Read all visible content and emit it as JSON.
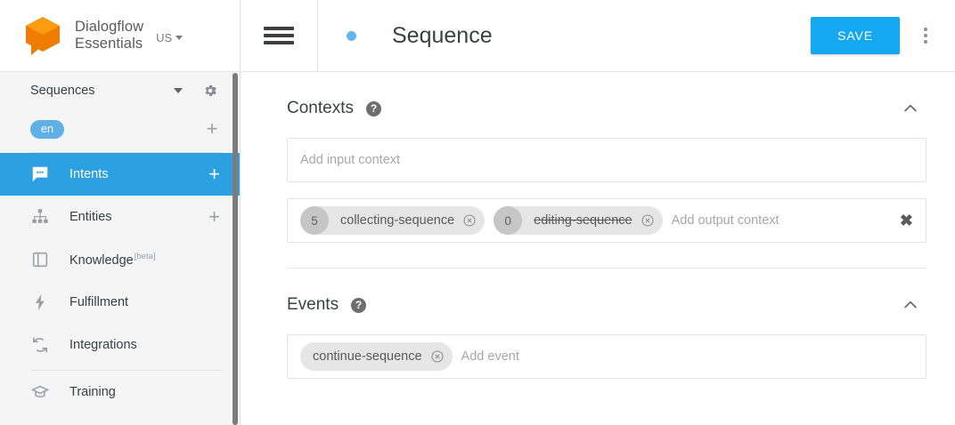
{
  "brand": {
    "logo": "dialogflow-cube-logo",
    "name_line1": "Dialogflow",
    "name_line2": "Essentials",
    "region": "US",
    "logo_color": "#f28c00"
  },
  "sidebar": {
    "agent": {
      "name": "Sequences",
      "dropdown_icon": "caret-down-icon",
      "settings_icon": "gear-icon"
    },
    "language": {
      "code": "en",
      "add_icon": "plus-icon",
      "pill_color": "#60b0e8"
    },
    "items": [
      {
        "label": "Intents",
        "icon": "chat-bubble-icon",
        "active": true,
        "add": "+"
      },
      {
        "label": "Entities",
        "icon": "hierarchy-icon",
        "active": false,
        "add": "+"
      },
      {
        "label": "Knowledge",
        "icon": "book-icon",
        "active": false,
        "badge": "[beta]"
      },
      {
        "label": "Fulfillment",
        "icon": "bolt-icon",
        "active": false
      },
      {
        "label": "Integrations",
        "icon": "sync-arrows-icon",
        "active": false
      },
      {
        "label": "Training",
        "icon": "graduation-cap-icon",
        "active": false
      }
    ],
    "active_color": "#2ba1e2"
  },
  "topbar": {
    "menu_icon": "hamburger-icon",
    "status_dot_color": "#64b5f0",
    "title": "Sequence",
    "save_label": "SAVE",
    "save_color": "#15a7f0",
    "more_icon": "kebab-menu-icon"
  },
  "contexts": {
    "title": "Contexts",
    "help_icon": "help-circle-icon",
    "collapse_icon": "chevron-up-icon",
    "input_placeholder": "Add input context",
    "output_placeholder": "Add output context",
    "clear_icon": "close-x-icon",
    "output_chips": [
      {
        "lifespan": "5",
        "label": "collecting-sequence",
        "struck": false,
        "remove_icon": "remove-circle-icon"
      },
      {
        "lifespan": "0",
        "label": "editing-sequence",
        "struck": true,
        "remove_icon": "remove-circle-icon"
      }
    ]
  },
  "events": {
    "title": "Events",
    "help_icon": "help-circle-icon",
    "collapse_icon": "chevron-up-icon",
    "placeholder": "Add event",
    "chips": [
      {
        "label": "continue-sequence",
        "remove_icon": "remove-circle-icon"
      }
    ]
  }
}
